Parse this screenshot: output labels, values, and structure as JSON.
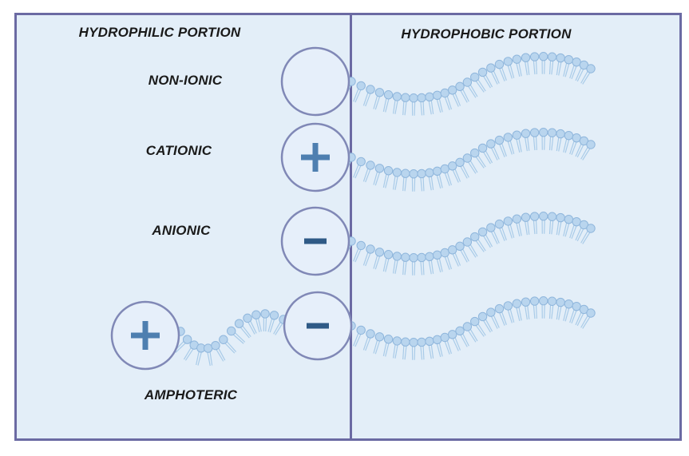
{
  "headers": {
    "hydrophilic": "HYDROPHILIC PORTION",
    "hydrophobic": "HYDROPHOBIC PORTION"
  },
  "rows": [
    {
      "label": "NON-IONIC",
      "head_symbol": ""
    },
    {
      "label": "CATIONIC",
      "head_symbol": "+"
    },
    {
      "label": "ANIONIC",
      "head_symbol": "−"
    },
    {
      "label": "AMPHOTERIC",
      "head_symbol": "−",
      "second_head_symbol": "+"
    }
  ],
  "colors": {
    "background": "#e3eef8",
    "border": "#6b6aa3",
    "head_fill": "#e6effa",
    "head_stroke": "#8088b6",
    "bead_fill": "#b9d5ee",
    "bead_stroke": "#8fb6dc",
    "tail_stroke": "#a9cbe8",
    "plus_color": "#4e7fb0",
    "minus_color": "#2f5a86"
  }
}
